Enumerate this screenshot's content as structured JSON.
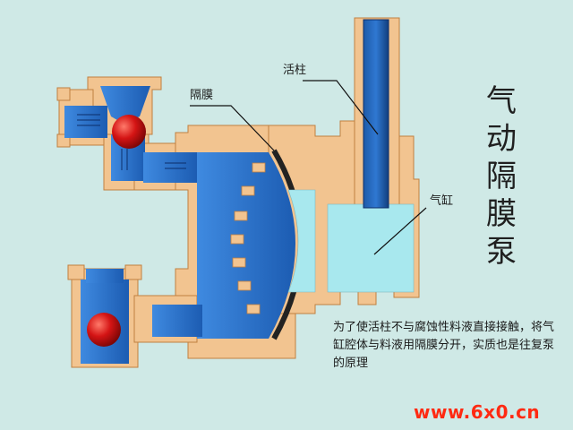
{
  "title": "气动隔膜泵",
  "labels": {
    "piston": "活柱",
    "diaphragm": "隔膜",
    "cylinder": "气缸"
  },
  "note": "为了使活柱不与腐蚀性料液直接接触，将气缸腔体与料液用隔膜分开，实质也是往复泵的原理",
  "watermark": "www.6x0.cn",
  "colors": {
    "background": "#cfe9e6",
    "casing": "#f2c490",
    "casing_outline": "#c08040",
    "liquid": "#2e73c7",
    "air_chamber": "#a8e8ee",
    "ball": "#c80d0d",
    "watermark": "#ff2a12"
  }
}
